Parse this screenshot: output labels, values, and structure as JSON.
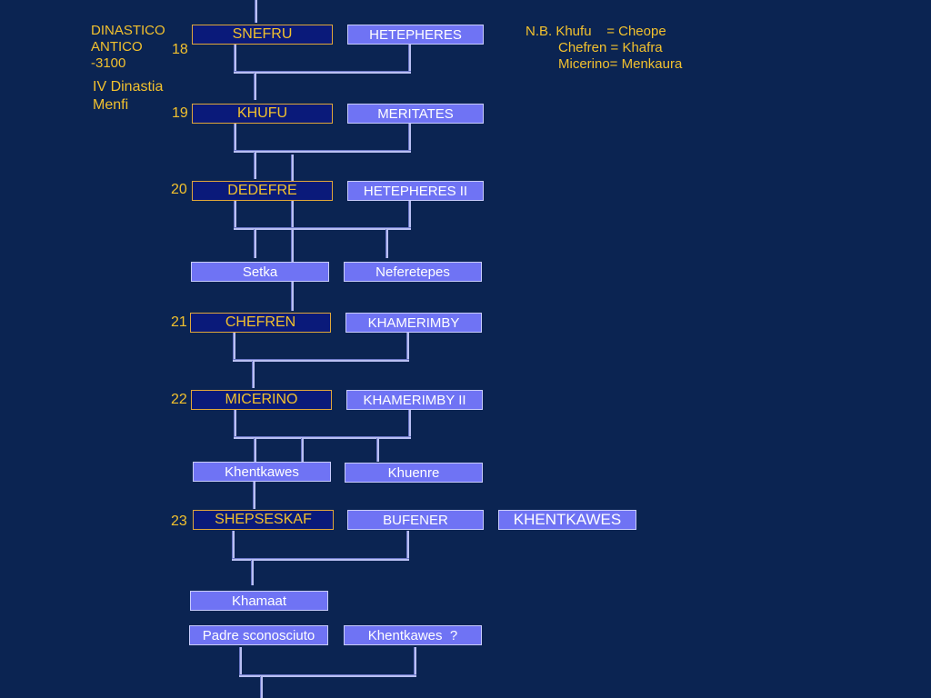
{
  "side": {
    "period_lines": [
      "DINASTICO",
      "ANTICO",
      "-3100"
    ],
    "dynasty": "IV Dinastia",
    "place": "Menfi"
  },
  "note": {
    "line1": "N.B. Khufu    = Cheope",
    "line2": "Chefren = Khafra",
    "line3": "Micerino= Menkaura"
  },
  "generations": {
    "g18": {
      "num": "18",
      "king": "SNEFRU",
      "spouse": "HETEPHERES"
    },
    "g19": {
      "num": "19",
      "king": "KHUFU",
      "spouse": "MERITATES"
    },
    "g20": {
      "num": "20",
      "king": "DEDEFRE",
      "spouse": "HETEPHERES II"
    },
    "g21": {
      "num": "21",
      "king": "CHEFREN",
      "spouse": "KHAMERIMBY"
    },
    "g22": {
      "num": "22",
      "king": "MICERINO",
      "spouse": "KHAMERIMBY II"
    },
    "g23": {
      "num": "23",
      "king": "SHEPSESKAF",
      "spouse": "BUFENER",
      "spouse2": "KHENTKAWES"
    }
  },
  "children": {
    "setka": "Setka",
    "neferetepes": "Neferetepes",
    "khentkawes": "Khentkawes",
    "khuenre": "Khuenre",
    "khamaat": "Khamaat",
    "padre": "Padre sconosciuto",
    "khentkawes_q": "Khentkawes  ?"
  },
  "colors": {
    "background": "#0b2452",
    "king_fill": "#0a1a7a",
    "king_text": "#f2c12e",
    "spouse_fill": "#6f73f4",
    "connector": "#b9bff2"
  }
}
